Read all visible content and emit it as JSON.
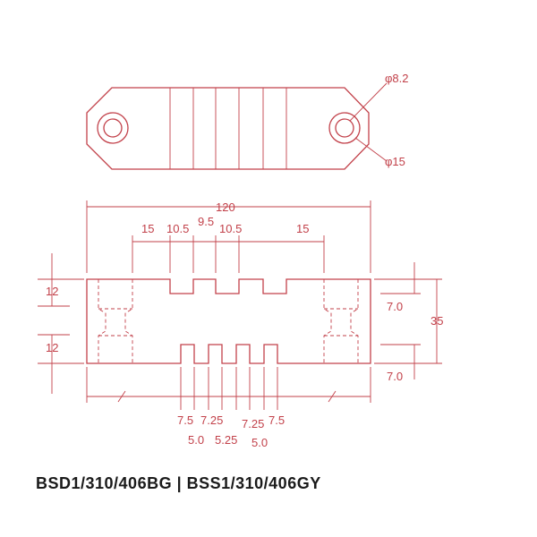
{
  "caption": "BSD1/310/406BG | BSS1/310/406GY",
  "line_color": "#c2414a",
  "top_view": {
    "hole_inner": "φ8.2",
    "hole_outer": "φ15"
  },
  "front_view": {
    "overall_length": "120",
    "top_segments": [
      "15",
      "10.5",
      "9.5",
      "10.5",
      "15"
    ],
    "left_top": "12",
    "left_bottom": "12",
    "right_top": "7.0",
    "right_height": "35",
    "right_bottom": "7.0",
    "bottom_row1": [
      "7.5",
      "7.25",
      "7.25",
      "7.5"
    ],
    "bottom_row2": [
      "5.0",
      "5.25",
      "5.0"
    ]
  }
}
